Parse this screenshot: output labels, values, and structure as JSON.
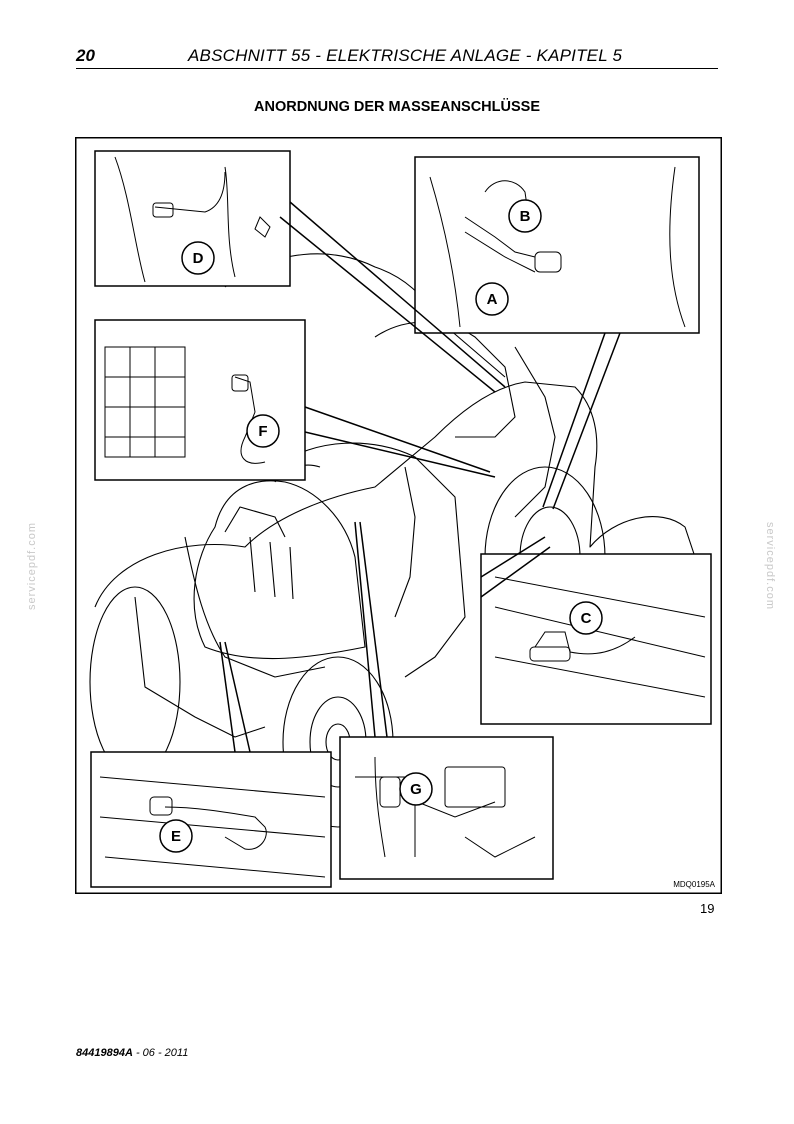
{
  "header": {
    "page_number": "20",
    "title": "ABSCHNITT 55 - ELEKTRISCHE ANLAGE - KAPITEL 5"
  },
  "page_title": "ANORDNUNG DER MASSEANSCHLÜSSE",
  "figure": {
    "code": "MDQ0195A",
    "figure_number": "19",
    "callouts": {
      "A": "A",
      "B": "B",
      "C": "C",
      "D": "D",
      "E": "E",
      "F": "F",
      "G": "G"
    }
  },
  "footer": {
    "doc_number": "84419894A",
    "date": " - 06 - 2011"
  },
  "watermark": "servicepdf.com"
}
